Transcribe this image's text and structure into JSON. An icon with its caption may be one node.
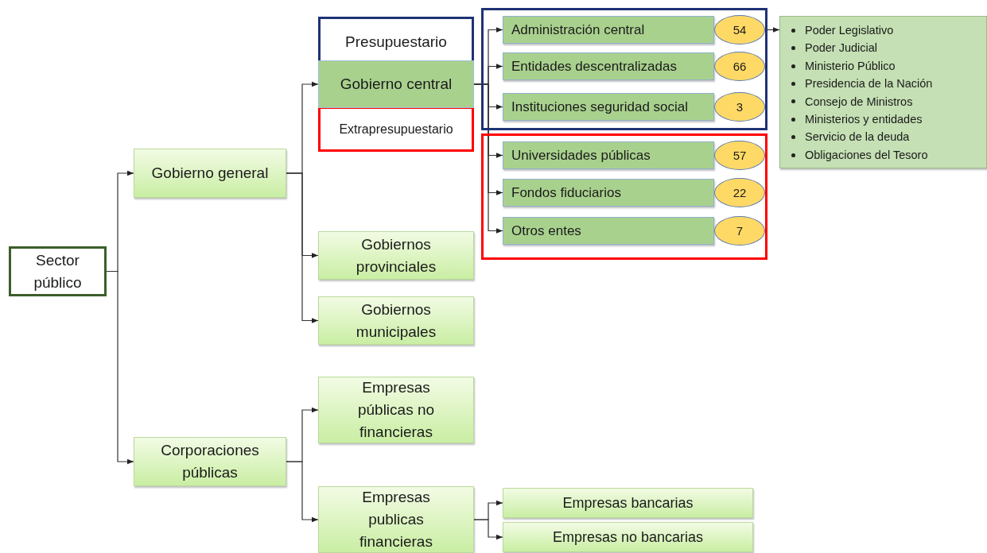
{
  "diagram": {
    "nodes": [
      {
        "text": [
          "Sector público"
        ]
      },
      {
        "text": [
          "Gobierno general"
        ]
      },
      {
        "text": [
          "Corporaciones públicas"
        ]
      },
      {
        "text": [
          "Presupuestario"
        ]
      },
      {
        "text": [
          "Gobierno central"
        ]
      },
      {
        "text": [
          "Extrapresupuestario"
        ]
      },
      {
        "text": [
          "Gobiernos provinciales"
        ]
      },
      {
        "text": [
          "Gobiernos municipales"
        ]
      },
      {
        "text": [
          "Empresas públicas no financieras"
        ]
      },
      {
        "text": [
          "Empresas publicas financieras"
        ]
      },
      {
        "text": [],
        "shape": "box"
      },
      {
        "text": [
          "Administración central"
        ],
        "in": 10
      },
      {
        "text": [
          "54"
        ],
        "in": 10
      },
      {
        "text": [
          "Entidades descentralizadas"
        ],
        "in": 10
      },
      {
        "text": [
          "66"
        ],
        "in": 10
      },
      {
        "text": [
          "Instituciones seguridad social"
        ],
        "in": 10
      },
      {
        "text": [
          "3"
        ],
        "in": 10
      },
      {
        "text": [],
        "shape": "box"
      },
      {
        "text": [
          "Universidades públicas"
        ],
        "in": 17
      },
      {
        "text": [
          "57"
        ],
        "in": 17
      },
      {
        "text": [
          "Fondos fiduciarios"
        ],
        "in": 17
      },
      {
        "text": [
          "22"
        ],
        "in": 17
      },
      {
        "text": [
          "Otros entes"
        ],
        "in": 17
      },
      {
        "text": [
          "7"
        ],
        "in": 17
      },
      {
        "text": [
          "Poder Legislativo",
          "Poder Judicial",
          "Ministerio Público",
          "Presidencia de la Nación",
          "Consejo de Ministros",
          "Ministerios y entidades",
          "Servicio de la deuda",
          "Obligaciones del Tesoro"
        ]
      },
      {
        "text": [
          "Empresas bancarias"
        ]
      },
      {
        "text": [
          "Empresas no bancarias"
        ]
      }
    ],
    "edges": [
      {
        "from": 0,
        "to": 1,
        "arrow": "to"
      },
      {
        "from": 0,
        "to": 2,
        "arrow": "to"
      },
      {
        "from": 1,
        "to": 4,
        "arrow": "to"
      },
      {
        "from": 1,
        "to": 6,
        "arrow": "to"
      },
      {
        "from": 1,
        "to": 7,
        "arrow": "to"
      },
      {
        "from": 2,
        "to": 8,
        "arrow": "to"
      },
      {
        "from": 2,
        "to": 9,
        "arrow": "to"
      },
      {
        "from": 4,
        "to": 11,
        "arrow": "to"
      },
      {
        "from": 4,
        "to": 13,
        "arrow": "to"
      },
      {
        "from": 4,
        "to": 15,
        "arrow": "to"
      },
      {
        "from": 4,
        "to": 18,
        "arrow": "to"
      },
      {
        "from": 4,
        "to": 20,
        "arrow": "to"
      },
      {
        "from": 4,
        "to": 22,
        "arrow": "to"
      },
      {
        "from": 12,
        "to": 24,
        "arrow": "to"
      },
      {
        "from": 9,
        "to": 25,
        "arrow": "to"
      },
      {
        "from": 9,
        "to": 26,
        "arrow": "to"
      }
    ]
  }
}
